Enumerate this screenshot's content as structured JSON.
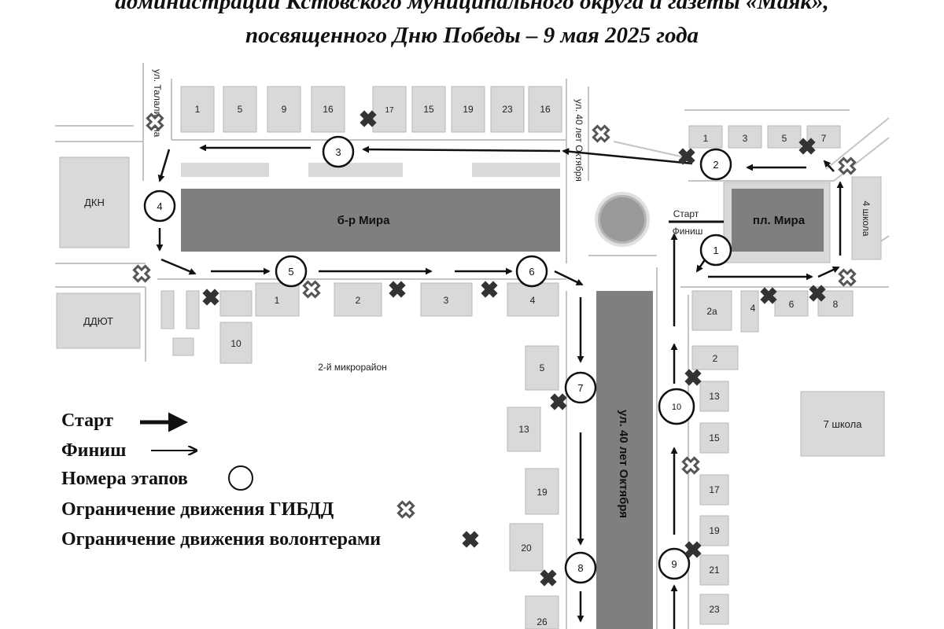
{
  "title": {
    "line1": "администрации Кстовского муниципального округа и газеты «Маяк»,",
    "line2": "посвященного Дню Победы – 9 мая 2025 года"
  },
  "streets": {
    "talalikhina": "ул. Талалихина",
    "forty_years_top": "ул. 40 лет Октября",
    "forty_years_main": "ул. 40 лет Октября",
    "boulevard": "б-р Мира",
    "square": "пл. Мира",
    "district": "2-й микрорайон"
  },
  "landmarks": {
    "dkn": "ДКН",
    "ddyut": "ДДЮТ",
    "school4": "4 школа",
    "school7": "7 школа"
  },
  "houses": {
    "top_row": [
      "1",
      "5",
      "9",
      "16",
      "17",
      "15",
      "19",
      "23",
      "16"
    ],
    "right_top": [
      "1",
      "3",
      "5",
      "7"
    ],
    "boulevard_south": [
      "1",
      "2",
      "3",
      "4",
      "10"
    ],
    "right_mid": [
      "2а",
      "4",
      "6",
      "8"
    ],
    "left_column": [
      "5",
      "13",
      "19",
      "20",
      "26"
    ],
    "right_column": [
      "2",
      "13",
      "15",
      "17",
      "19",
      "21",
      "23"
    ]
  },
  "start_finish": {
    "start": "Старт",
    "finish": "Финиш"
  },
  "stages": [
    "1",
    "2",
    "3",
    "4",
    "5",
    "6",
    "7",
    "8",
    "9",
    "10"
  ],
  "legend": {
    "start": "Старт",
    "finish": "Финиш",
    "stages": "Номера этапов",
    "gibdd": "Ограничение движения ГИБДД",
    "volunteers": "Ограничение движения волонтерами"
  },
  "colors": {
    "building": "#d9d9d9",
    "building_border": "#b8b8b8",
    "dark_block": "#7f7f7f",
    "route": "#111111",
    "volunteer_marker": "#333333"
  }
}
